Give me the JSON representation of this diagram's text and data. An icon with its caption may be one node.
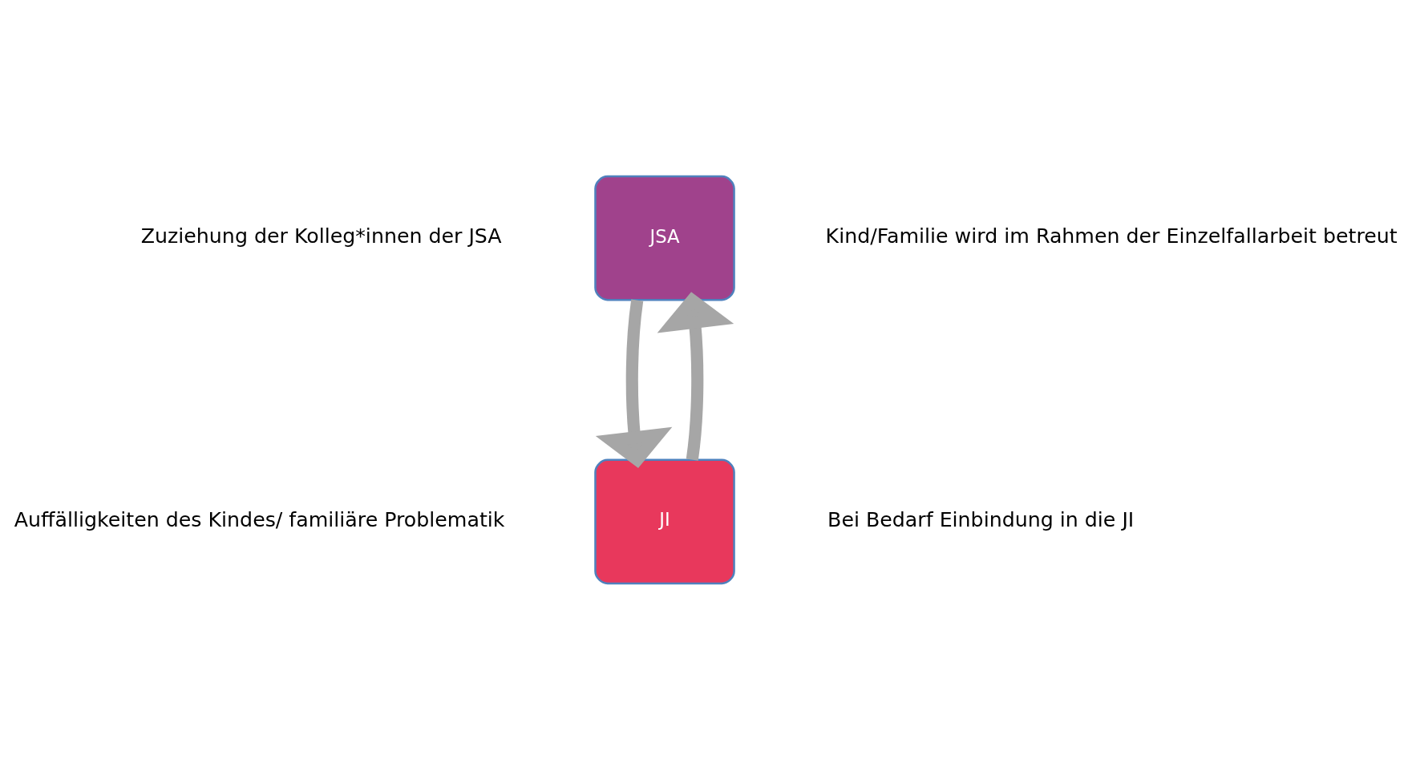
{
  "diagram": {
    "nodes": [
      {
        "text": [
          "JSA"
        ]
      },
      {
        "text": [
          "JI"
        ]
      }
    ],
    "edges": [
      {
        "from": 0,
        "to": 1,
        "arrow": "to"
      },
      {
        "from": 1,
        "to": 0,
        "arrow": "to"
      }
    ],
    "labels": [
      "Zuziehung der Kolleg*innen der JSA",
      "Kind/Familie wird im Rahmen der Einzelfallarbeit betreut",
      "Auffälligkeiten des Kindes/ familiäre Problematik",
      "Bei Bedarf Einbindung in die JI"
    ]
  }
}
